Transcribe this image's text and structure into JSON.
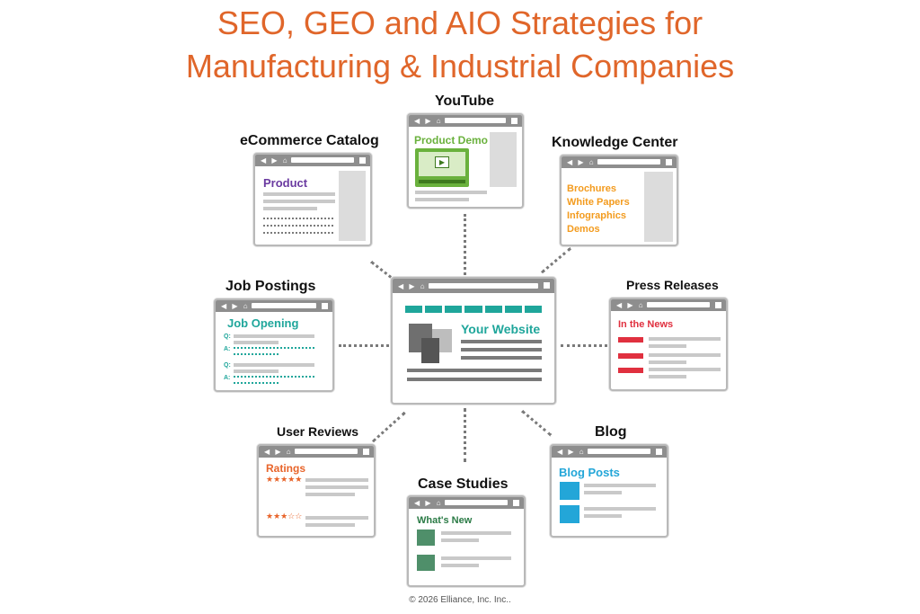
{
  "title": {
    "line1": "SEO, GEO and AIO Strategies for",
    "line2": "Manufacturing & Industrial Companies"
  },
  "nodes": {
    "youtube": {
      "label": "YouTube",
      "heading": "Product Demo"
    },
    "ecommerce": {
      "label": "eCommerce Catalog",
      "heading": "Product"
    },
    "knowledge": {
      "label": "Knowledge Center",
      "items": [
        "Brochures",
        "White Papers",
        "Infographics",
        "Demos"
      ]
    },
    "jobs": {
      "label": "Job Postings",
      "heading": "Job Opening",
      "q": "Q:",
      "a": "A:"
    },
    "website": {
      "heading": "Your Website"
    },
    "press": {
      "label": "Press Releases",
      "heading": "In the News"
    },
    "reviews": {
      "label": "User Reviews",
      "heading": "Ratings",
      "stars1": "★★★★★",
      "stars2": "★★★☆☆"
    },
    "cases": {
      "label": "Case Studies",
      "heading": "What's New"
    },
    "blog": {
      "label": "Blog",
      "heading": "Blog Posts"
    }
  },
  "browser_nav": "◀ ▶ ⌂",
  "copyright": "© 2026 Elliance, Inc. Inc..",
  "colors": {
    "title": "#e0662a",
    "youtube": "#6ab13d",
    "ecommerce": "#6a3aa0",
    "knowledge": "#f39b1e",
    "jobs": "#1fa69b",
    "press": "#e0303f",
    "reviews": "#e8642a",
    "cases": "#2a7a45",
    "blog": "#23a6d8"
  }
}
